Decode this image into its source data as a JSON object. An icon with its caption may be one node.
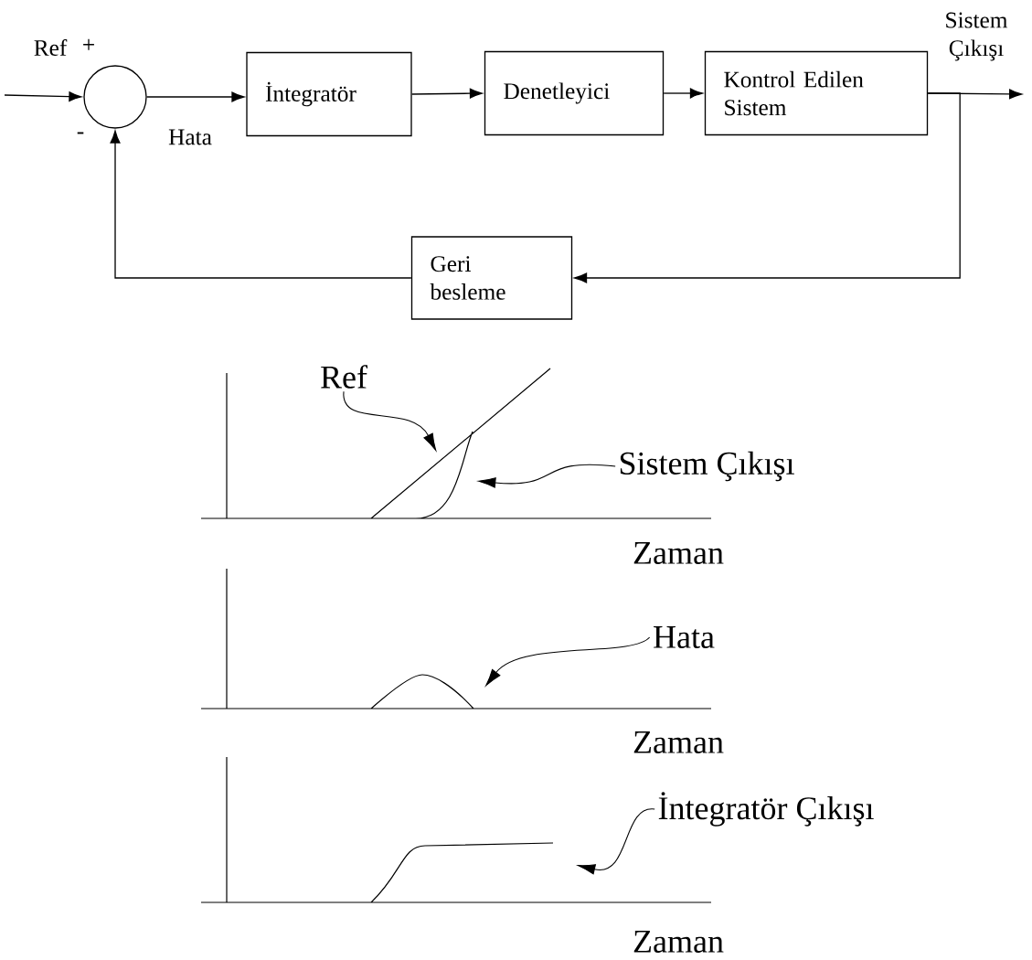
{
  "diagram": {
    "nodes": [
      {
        "text": [],
        "shape": "circle",
        "beside": [
          "+",
          "-"
        ]
      },
      {
        "text": [
          "İntegratör"
        ]
      },
      {
        "text": [
          "Denetleyici"
        ]
      },
      {
        "text": [
          "Kontrol Edilen Sistem"
        ]
      },
      {
        "text": [
          "Geri besleme"
        ]
      },
      {
        "text": [
          "Ref"
        ]
      },
      {
        "text": [
          "Sistem Çıkışı"
        ]
      },
      {
        "text": [
          "Hata"
        ]
      },
      {
        "text": [
          "İntegratör Çıkışı"
        ]
      }
    ],
    "edges": [
      {
        "from": null,
        "to": 0,
        "arrow": "to"
      },
      {
        "from": 0,
        "to": 1,
        "arrow": "to"
      },
      {
        "from": 1,
        "to": 2,
        "arrow": "to"
      },
      {
        "from": 2,
        "to": 3,
        "arrow": "to"
      },
      {
        "from": 3,
        "to": null,
        "arrow": "to"
      },
      {
        "from": 3,
        "to": 4,
        "arrow": "to"
      },
      {
        "from": 4,
        "to": 0,
        "arrow": "to"
      },
      {
        "from": 5,
        "to": null,
        "arrow": "to"
      },
      {
        "from": 6,
        "to": null,
        "arrow": "to"
      },
      {
        "from": 7,
        "to": null,
        "arrow": "to"
      },
      {
        "from": 8,
        "to": null,
        "arrow": "to"
      }
    ],
    "labels": [
      "Sistem Çıkışı",
      "Ref",
      "Hata",
      "Zaman",
      "Zaman",
      "Zaman"
    ]
  }
}
